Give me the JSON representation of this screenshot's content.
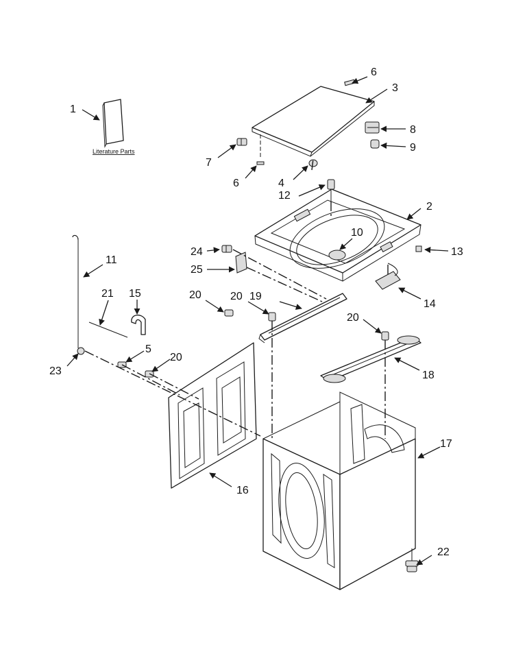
{
  "literature_label": "Literature Parts",
  "callouts": [
    "1",
    "2",
    "3",
    "4",
    "5",
    "6",
    "6",
    "7",
    "8",
    "9",
    "10",
    "11",
    "12",
    "13",
    "14",
    "15",
    "16",
    "17",
    "18",
    "19",
    "20",
    "20",
    "20",
    "20",
    "20",
    "21",
    "22",
    "23",
    "24",
    "25"
  ],
  "colors": {
    "line": "#1a1a1a",
    "background": "#ffffff"
  }
}
